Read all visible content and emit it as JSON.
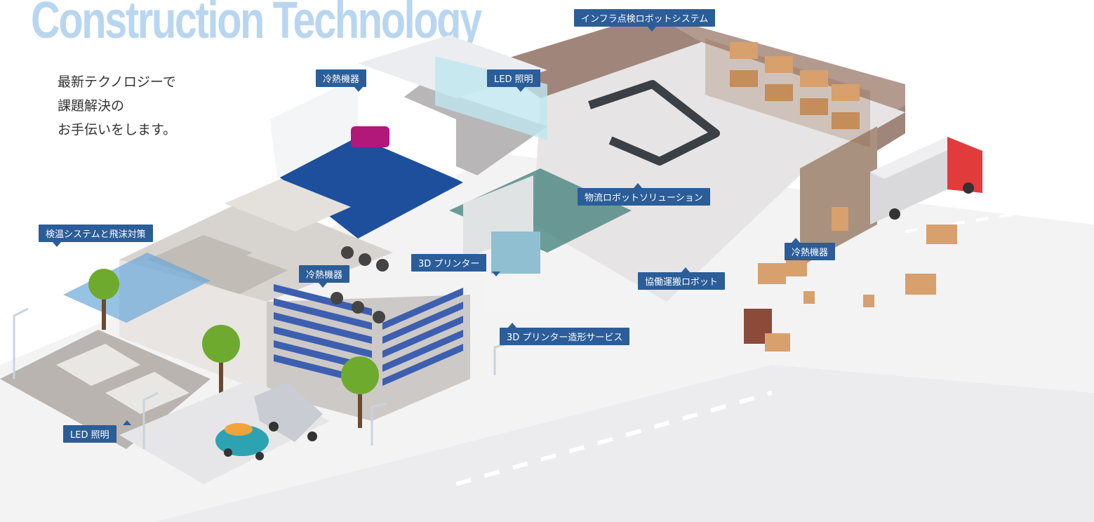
{
  "title": "Construction Technology",
  "tagline": [
    "最新テクノロジーで",
    "課題解決の",
    "お手伝いをします。"
  ],
  "labels": {
    "infra_robot": "インフラ点検ロボットシステム",
    "cooling_top": "冷熱機器",
    "led_top": "LED 照明",
    "logistics_robot": "物流ロボットソリューション",
    "temp_system": "検温システムと飛沫対策",
    "cooling_roof": "冷熱機器",
    "printer_3d": "3D プリンター",
    "cooling_right": "冷熱機器",
    "collab_robot": "協働運搬ロボット",
    "printing_service": "3D プリンター造形サービス",
    "led_bottom": "LED 照明"
  },
  "colors": {
    "label_bg": "#2b5d99",
    "title": "#b9d6f0",
    "floor_blue": "#1d4f9c",
    "wall_brown": "#a0857a",
    "building_gray": "#d7d3cf",
    "window_blue": "#3d5fb0"
  }
}
